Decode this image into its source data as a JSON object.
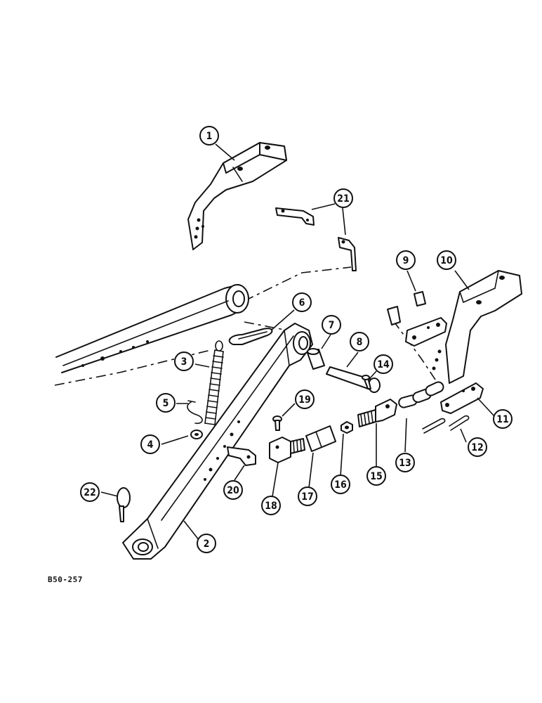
{
  "figure_code": "B50-257",
  "callouts": [
    {
      "id": 1,
      "label": "1",
      "part": "lift-arm-bracket"
    },
    {
      "id": 2,
      "label": "2",
      "part": "lower-link"
    },
    {
      "id": 3,
      "label": "3",
      "part": "spring"
    },
    {
      "id": 4,
      "label": "4",
      "part": "washer"
    },
    {
      "id": 5,
      "label": "5",
      "part": "clip"
    },
    {
      "id": 6,
      "label": "6",
      "part": "pin"
    },
    {
      "id": 7,
      "label": "7",
      "part": "bushing"
    },
    {
      "id": 8,
      "label": "8",
      "part": "pin"
    },
    {
      "id": 9,
      "label": "9",
      "part": "pin"
    },
    {
      "id": 10,
      "label": "10",
      "part": "bracket"
    },
    {
      "id": 11,
      "label": "11",
      "part": "plate"
    },
    {
      "id": 12,
      "label": "12",
      "part": "cotter-pin"
    },
    {
      "id": 13,
      "label": "13",
      "part": "chain"
    },
    {
      "id": 14,
      "label": "14",
      "part": "pin"
    },
    {
      "id": 15,
      "label": "15",
      "part": "clevis"
    },
    {
      "id": 16,
      "label": "16",
      "part": "nut"
    },
    {
      "id": 17,
      "label": "17",
      "part": "sleeve"
    },
    {
      "id": 18,
      "label": "18",
      "part": "clevis"
    },
    {
      "id": 19,
      "label": "19",
      "part": "pin"
    },
    {
      "id": 20,
      "label": "20",
      "part": "bracket"
    },
    {
      "id": 21,
      "label": "21",
      "part": "strap"
    },
    {
      "id": 22,
      "label": "22",
      "part": "linch-pin"
    }
  ]
}
